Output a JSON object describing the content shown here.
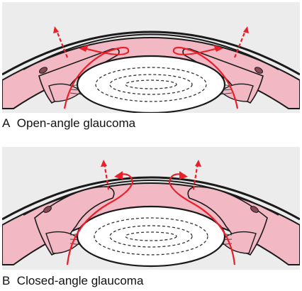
{
  "panels": [
    {
      "letter": "A",
      "caption": "Open-angle glaucoma"
    },
    {
      "letter": "B",
      "caption": "Closed-angle glaucoma"
    }
  ],
  "colors": {
    "background": "#ececec",
    "tissue": "#f2b8c4",
    "arrow": "#e8202a",
    "outline": "#1a1a1a"
  }
}
